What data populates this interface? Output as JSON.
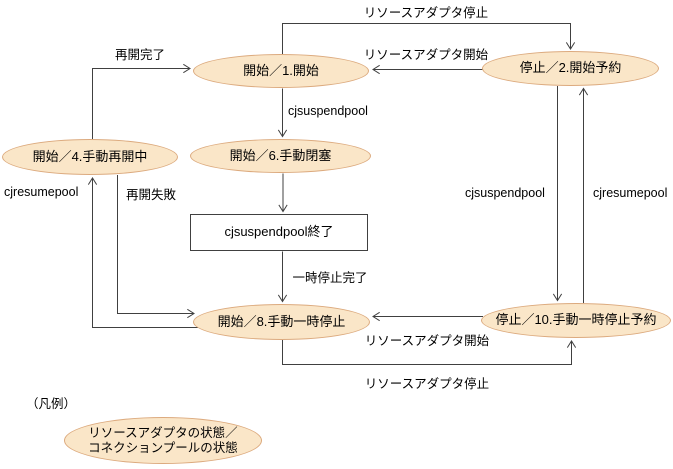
{
  "nodes": {
    "start_1": {
      "label": "開始／1.開始"
    },
    "stop_2": {
      "label": "停止／2.開始予約"
    },
    "start_4": {
      "label": "開始／4.手動再開中"
    },
    "start_6": {
      "label": "開始／6.手動閉塞"
    },
    "process_end": {
      "label": "cjsuspendpool終了"
    },
    "start_8": {
      "label": "開始／8.手動一時停止"
    },
    "stop_10": {
      "label": "停止／10.手動一時停止予約"
    }
  },
  "edge_labels": {
    "ra_stop_top": "リソースアダプタ停止",
    "ra_start_top": "リソースアダプタ開始",
    "resume_done": "再開完了",
    "cjsuspendpool_mid": "cjsuspendpool",
    "cjresumepool_left": "cjresumepool",
    "resume_fail": "再開失敗",
    "cjsuspendpool_right": "cjsuspendpool",
    "cjresumepool_right": "cjresumepool",
    "pause_done": "一時停止完了",
    "ra_start_bottom": "リソースアダプタ開始",
    "ra_stop_bottom": "リソースアダプタ停止"
  },
  "legend": {
    "caption": "（凡例）",
    "line1": "リソースアダプタの状態／",
    "line2": "コネクションプールの状態"
  },
  "transitions": [
    {
      "from": "開始／1.開始",
      "to": "停止／2.開始予約",
      "label": "リソースアダプタ停止"
    },
    {
      "from": "停止／2.開始予約",
      "to": "開始／1.開始",
      "label": "リソースアダプタ開始"
    },
    {
      "from": "開始／4.手動再開中",
      "to": "開始／1.開始",
      "label": "再開完了"
    },
    {
      "from": "開始／1.開始",
      "to": "開始／6.手動閉塞",
      "label": "cjsuspendpool"
    },
    {
      "from": "開始／6.手動閉塞",
      "to": "cjsuspendpool終了",
      "label": ""
    },
    {
      "from": "cjsuspendpool終了",
      "to": "開始／8.手動一時停止",
      "label": "一時停止完了"
    },
    {
      "from": "開始／8.手動一時停止",
      "to": "開始／4.手動再開中",
      "label": "cjresumepool"
    },
    {
      "from": "開始／4.手動再開中",
      "to": "開始／8.手動一時停止",
      "label": "再開失敗"
    },
    {
      "from": "停止／2.開始予約",
      "to": "停止／10.手動一時停止予約",
      "label": "cjsuspendpool"
    },
    {
      "from": "停止／10.手動一時停止予約",
      "to": "停止／2.開始予約",
      "label": "cjresumepool"
    },
    {
      "from": "停止／10.手動一時停止予約",
      "to": "開始／8.手動一時停止",
      "label": "リソースアダプタ開始"
    },
    {
      "from": "開始／8.手動一時停止",
      "to": "停止／10.手動一時停止予約",
      "label": "リソースアダプタ停止"
    }
  ],
  "colors": {
    "node_fill": "#fae6c8",
    "node_border": "#dcaa7e",
    "line": "#404040",
    "background": "#ffffff"
  }
}
